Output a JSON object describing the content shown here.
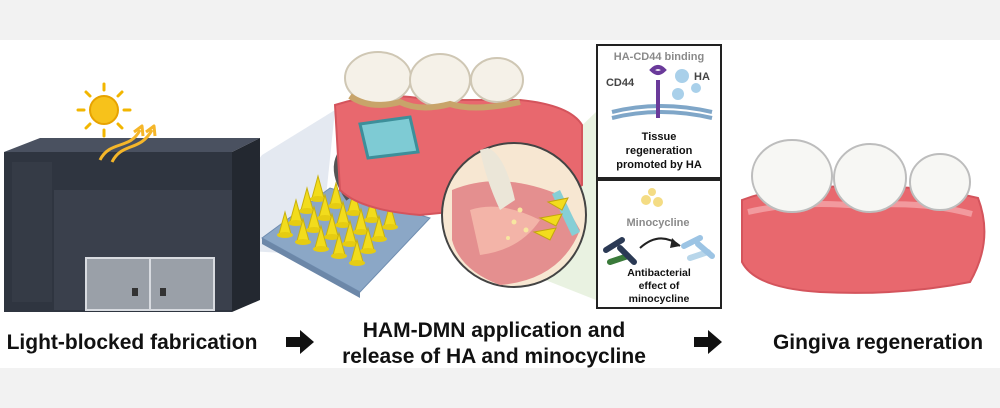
{
  "steps": {
    "fabrication": "Light-blocked fabrication",
    "application_line1": "HAM-DMN application and",
    "application_line2": "release of HA and minocycline",
    "regeneration": "Gingiva regeneration"
  },
  "panel_top": {
    "title": "HA-CD44 binding",
    "cd44_label": "CD44",
    "ha_label": "HA",
    "caption_line1": "Tissue",
    "caption_line2": "regeneration",
    "caption_line3": "promoted by HA"
  },
  "panel_bottom": {
    "drug_label": "Minocycline",
    "caption_line1": "Antibacterial",
    "caption_line2": "effect of",
    "caption_line3": "minocycline"
  },
  "colors": {
    "gum": "#e8686e",
    "tooth": "#f5f5f2",
    "needle": "#f2dc1c",
    "box": "#2f3540",
    "sun": "#f7c21b",
    "patch": "#6fbfc8"
  }
}
